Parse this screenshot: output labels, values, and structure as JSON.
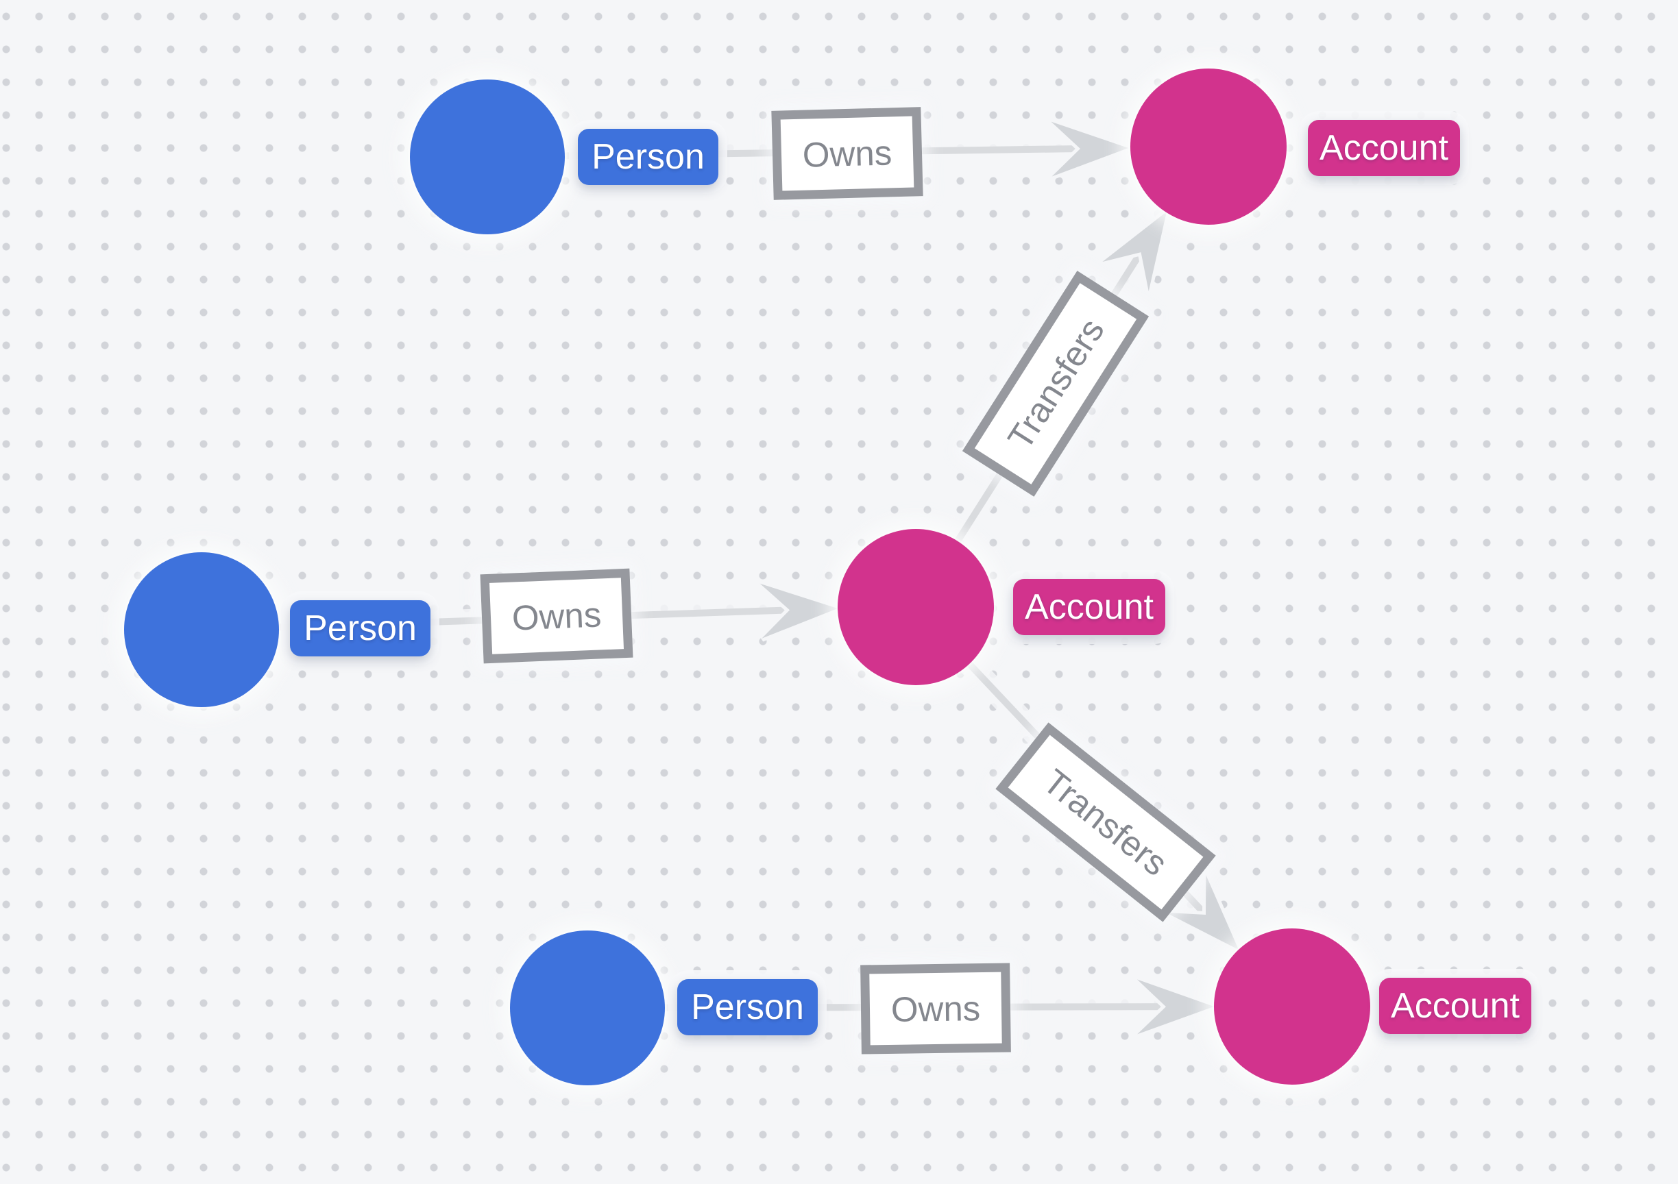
{
  "diagram": {
    "canvas": {
      "background_color": "#f5f6f8",
      "dot_color": "#d2d4d9"
    },
    "node_types": [
      {
        "name": "Person",
        "color": "#3e72dc"
      },
      {
        "name": "Account",
        "color": "#d2338d"
      }
    ],
    "nodes": [
      {
        "id": "person-1",
        "type": "Person",
        "label": "Person"
      },
      {
        "id": "person-2",
        "type": "Person",
        "label": "Person"
      },
      {
        "id": "person-3",
        "type": "Person",
        "label": "Person"
      },
      {
        "id": "account-1",
        "type": "Account",
        "label": "Account"
      },
      {
        "id": "account-2",
        "type": "Account",
        "label": "Account"
      },
      {
        "id": "account-3",
        "type": "Account",
        "label": "Account"
      }
    ],
    "edges": [
      {
        "id": "owns-1",
        "from": "person-1",
        "to": "account-1",
        "label": "Owns"
      },
      {
        "id": "owns-2",
        "from": "person-2",
        "to": "account-2",
        "label": "Owns"
      },
      {
        "id": "owns-3",
        "from": "person-3",
        "to": "account-3",
        "label": "Owns"
      },
      {
        "id": "transfers-1",
        "from": "account-2",
        "to": "account-1",
        "label": "Transfers"
      },
      {
        "id": "transfers-2",
        "from": "account-2",
        "to": "account-3",
        "label": "Transfers"
      }
    ],
    "edge_style": {
      "line_color": "#d9dbde",
      "arrow_color": "#d2d5d9",
      "label_border_color": "#97999f",
      "label_text_color": "#84878e"
    }
  }
}
